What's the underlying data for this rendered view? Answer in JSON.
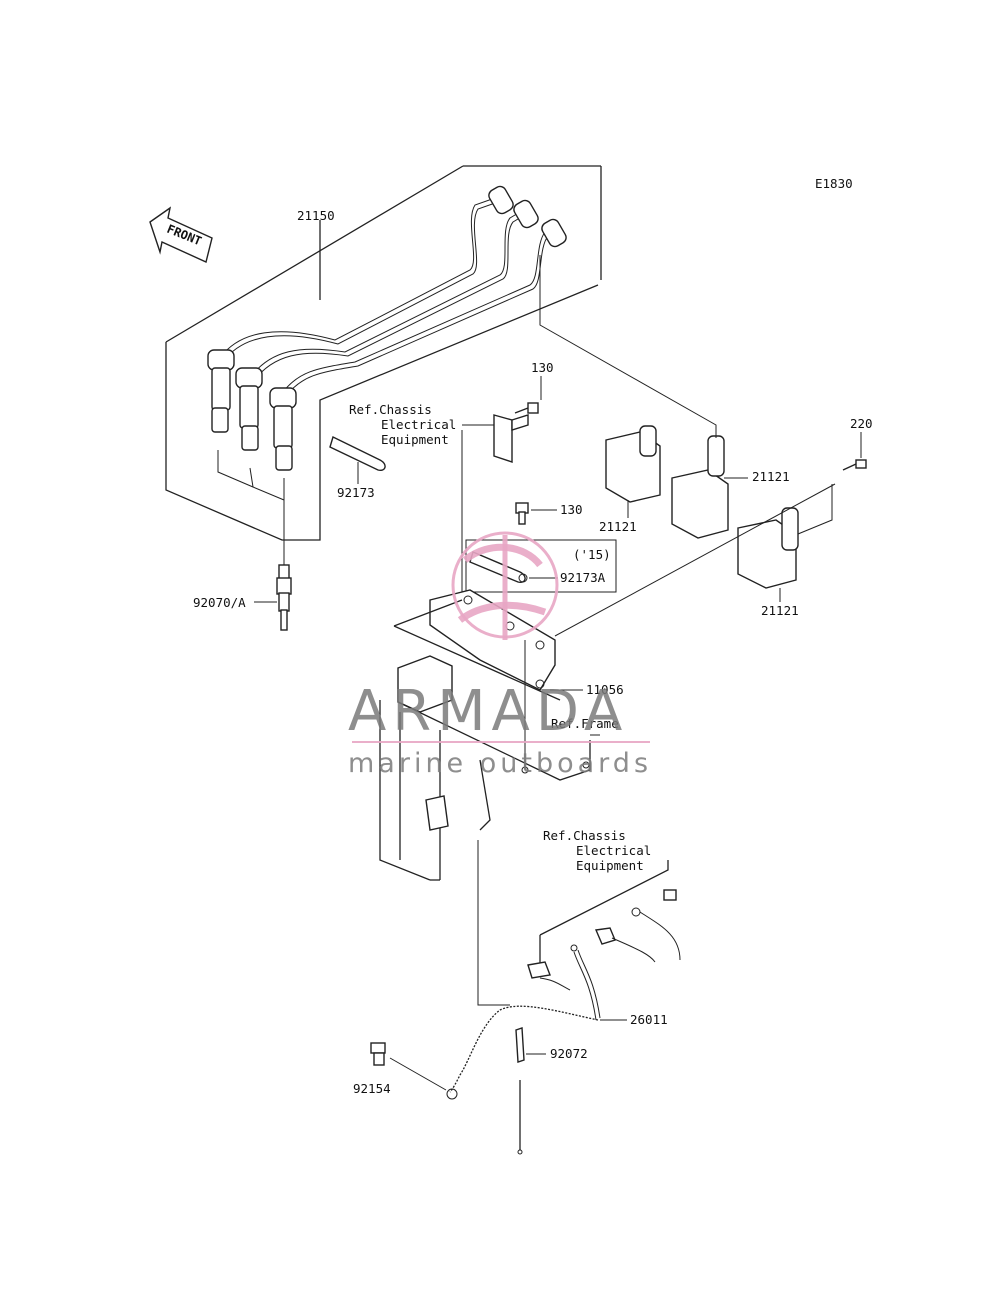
{
  "diagram_code": "E1830",
  "front_label": "FRONT",
  "parts": {
    "p21150": "21150",
    "p130_top": "130",
    "p130_mid": "130",
    "p220": "220",
    "p21121_a": "21121",
    "p21121_b": "21121",
    "p21121_c": "21121",
    "p92173": "92173",
    "p92173A": "92173A",
    "year_note": "('15)",
    "p92070A": "92070/A",
    "p11056": "11056",
    "p26011": "26011",
    "p92072": "92072",
    "p92154": "92154"
  },
  "refs": {
    "chassis_top": [
      "Ref.Chassis",
      "Electrical",
      "Equipment"
    ],
    "frame": "Ref.Frame",
    "chassis_bottom": [
      "Ref.Chassis",
      "Electrical",
      "Equipment"
    ]
  },
  "watermark": {
    "brand": "ARMADA",
    "tagline": "marine outboards",
    "color": "#e8a6c4"
  }
}
